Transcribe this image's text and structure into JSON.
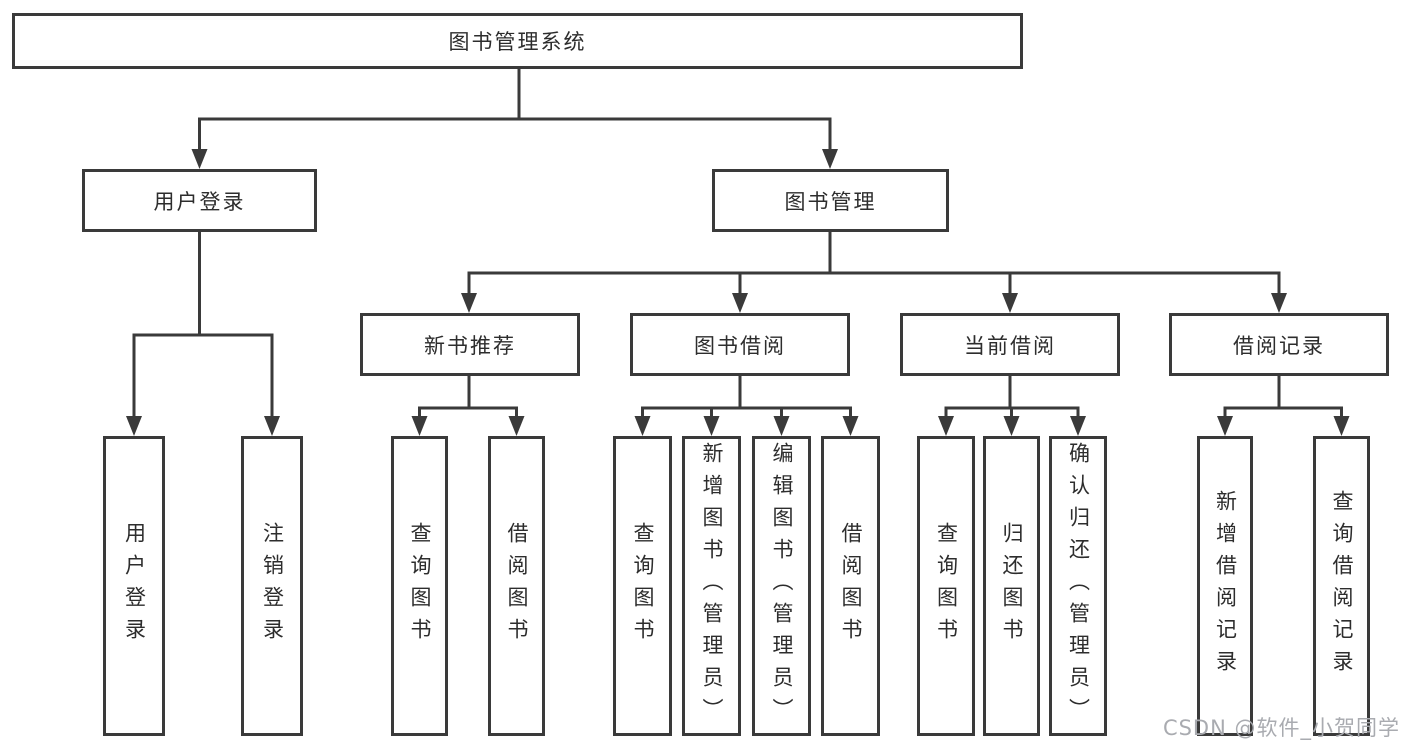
{
  "diagram": {
    "root": {
      "label": "图书管理系统"
    },
    "level1": [
      {
        "label": "用户登录"
      },
      {
        "label": "图书管理"
      }
    ],
    "level2": [
      {
        "label": "新书推荐"
      },
      {
        "label": "图书借阅"
      },
      {
        "label": "当前借阅"
      },
      {
        "label": "借阅记录"
      }
    ],
    "leaves": {
      "user_login": [
        {
          "label": "用户登录"
        },
        {
          "label": "注销登录"
        }
      ],
      "new_book_recommend": [
        {
          "label": "查询图书"
        },
        {
          "label": "借阅图书"
        }
      ],
      "book_borrow": [
        {
          "label": "查询图书"
        },
        {
          "label": "新增图书（管理员）"
        },
        {
          "label": "编辑图书（管理员）"
        },
        {
          "label": "借阅图书"
        }
      ],
      "current_borrow": [
        {
          "label": "查询图书"
        },
        {
          "label": "归还图书"
        },
        {
          "label": "确认归还（管理员）"
        }
      ],
      "borrow_records": [
        {
          "label": "新增借阅记录"
        },
        {
          "label": "查询借阅记录"
        }
      ]
    }
  },
  "watermark": {
    "text": "CSDN @软件_小贺同学"
  },
  "colors": {
    "line": "#3a3a3a",
    "box_border": "#3a3a3a",
    "box_background": "#ffffff",
    "text": "#2d2d2d",
    "watermark_text": "#a9abb0",
    "background": "#ffffff"
  }
}
